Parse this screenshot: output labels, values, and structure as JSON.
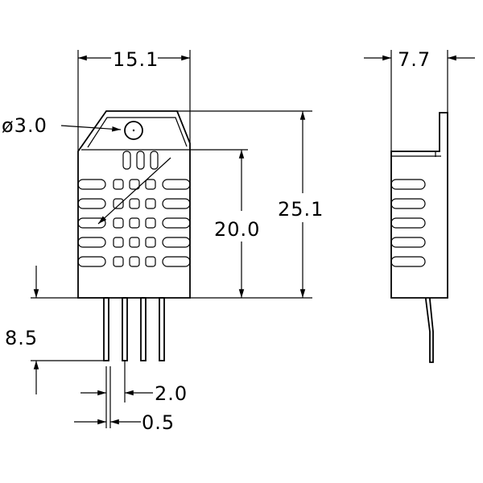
{
  "dimensions": {
    "width": "15.1",
    "depth": "7.7",
    "hole_diameter": "ø3.0",
    "body_height": "20.0",
    "total_height": "25.1",
    "pin_length": "8.5",
    "pin_pitch": "2.0",
    "pin_width": "0.5"
  },
  "colors": {
    "line": "#000000",
    "background": "#ffffff"
  }
}
